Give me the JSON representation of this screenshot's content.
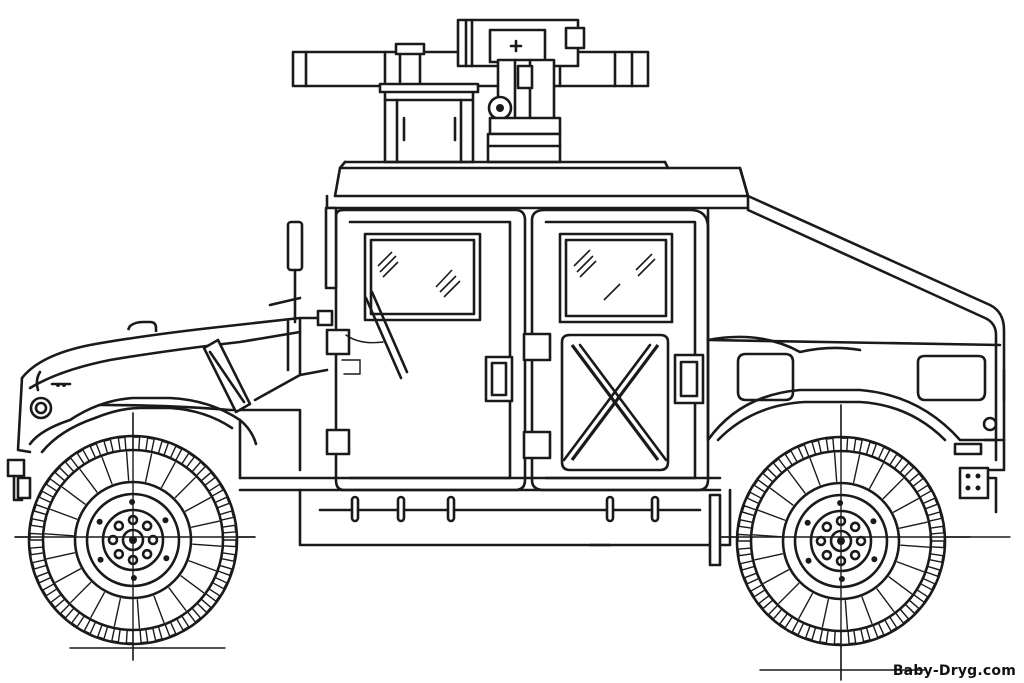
{
  "image": {
    "subject": "military-vehicle-coloring-page",
    "style": "black line art on white",
    "colors": {
      "line": "#1a1a1a",
      "background": "#ffffff"
    }
  },
  "watermark": {
    "text": "Baby-Dryg.com"
  }
}
